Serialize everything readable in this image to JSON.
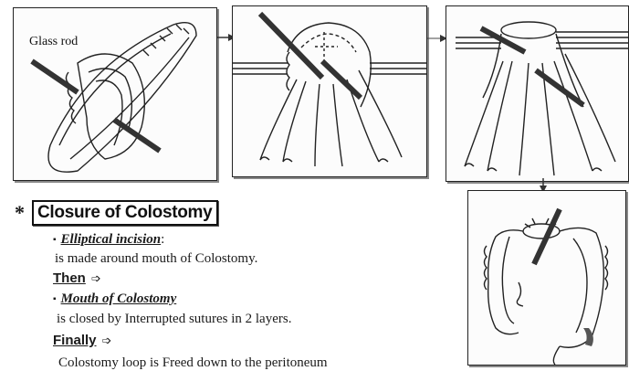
{
  "figure": {
    "label_glass_rod": "Glass rod"
  },
  "section": {
    "star": "*",
    "title": "Closure of Colostomy",
    "items": [
      {
        "bullet": "▪",
        "heading": "Elliptical incision",
        "suffix": ":",
        "text": "is made around mouth of  Colostomy."
      },
      {
        "bullet": "▪",
        "heading": "Mouth of Colostomy",
        "suffix": "",
        "text": "is closed by Interrupted sutures in 2 layers."
      }
    ],
    "then_label": "Then",
    "finally_label": "Finally",
    "step_arrow": "➩",
    "final_text": "Colostomy loop is Freed down to the peritoneum"
  }
}
